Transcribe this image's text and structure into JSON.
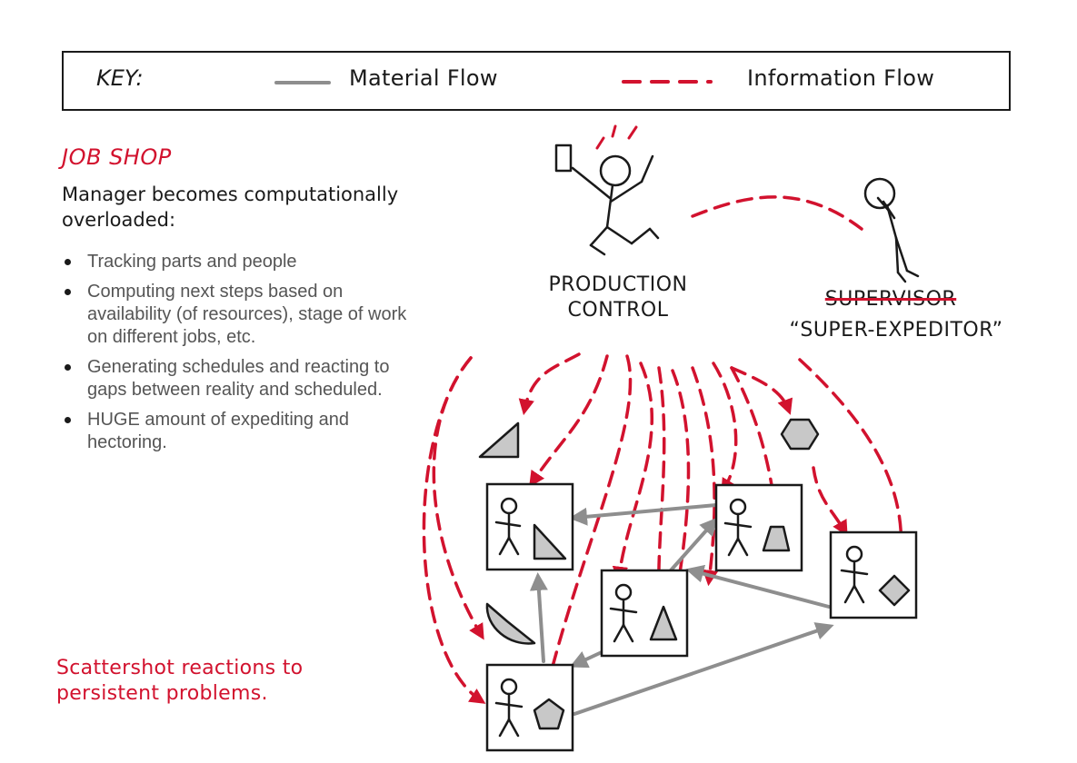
{
  "key": {
    "title": "KEY:",
    "material_flow_label": "Material Flow",
    "information_flow_label": "Information Flow"
  },
  "left_panel": {
    "section_title": "JOB SHOP",
    "subtitle": "Manager becomes computationally overloaded:",
    "bullets": [
      "Tracking parts and people",
      "Computing next steps based on availability (of resources), stage of work on different jobs, etc.",
      "Generating schedules and reacting to gaps between reality and scheduled.",
      "HUGE amount of expediting and hectoring."
    ],
    "conclusion": "Scattershot reactions to persistent problems."
  },
  "diagram": {
    "production_control_label": "PRODUCTION CONTROL",
    "supervisor_label": "SUPERVISOR",
    "super_expeditor_label": "“SUPER-EXPEDITOR”"
  },
  "colors": {
    "information_flow": "#d2122e",
    "material_flow": "#8e8e8e",
    "part_fill": "#c8c8c8",
    "ink": "#1a1a1a"
  }
}
